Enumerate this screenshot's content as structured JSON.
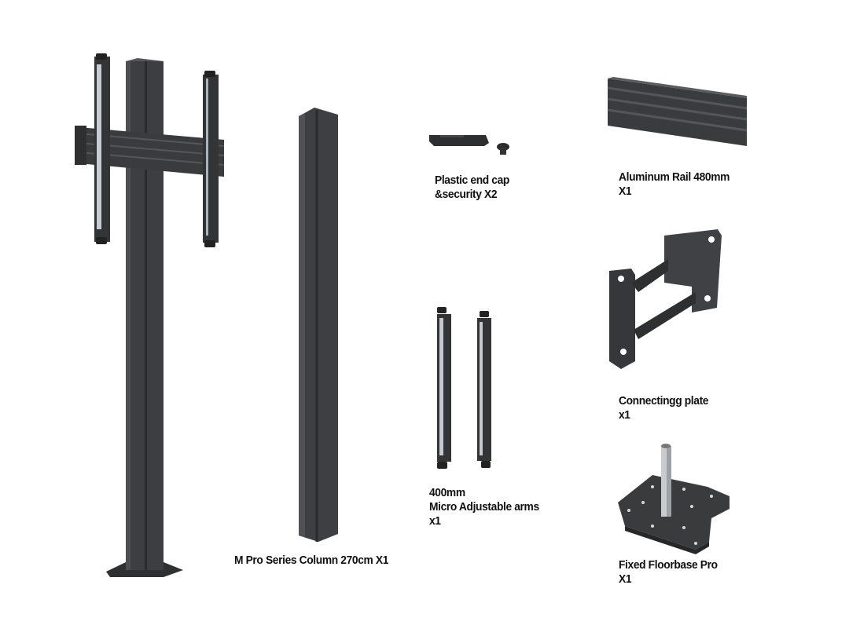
{
  "colors": {
    "metal_dark": "#3a3b3d",
    "metal_mid": "#4a4b4e",
    "metal_light": "#5c5d60",
    "aluminum": "#c9cccf",
    "text": "#111111"
  },
  "parts": [
    {
      "id": "column",
      "lines": [
        "M Pro Series Column 270cm X1"
      ]
    },
    {
      "id": "end-cap",
      "lines": [
        "Plastic end cap",
        "&security X2"
      ]
    },
    {
      "id": "rail",
      "lines": [
        "Aluminum Rail 480mm",
        "X1"
      ]
    },
    {
      "id": "connecting-plate",
      "lines": [
        "Connectingg plate",
        "x1"
      ]
    },
    {
      "id": "arms",
      "lines": [
        "400mm",
        "Micro Adjustable arms",
        "x1"
      ]
    },
    {
      "id": "floorbase",
      "lines": [
        "Fixed Floorbase Pro",
        "X1"
      ]
    }
  ]
}
